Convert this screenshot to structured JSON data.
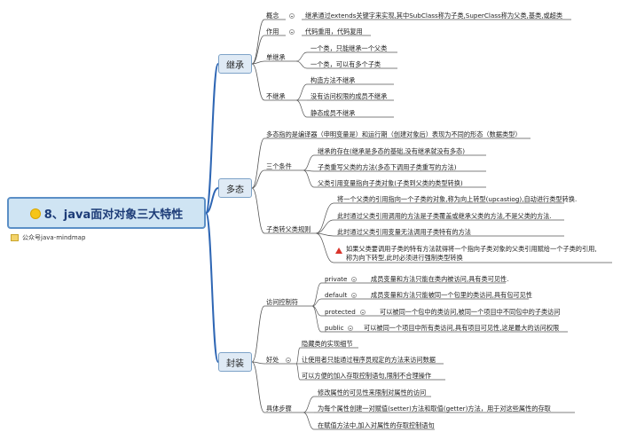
{
  "root": {
    "title": "8、java面对对象三大特性",
    "note": "公众号java-mindmap"
  },
  "branches": [
    {
      "label": "继承",
      "items": [
        {
          "label": "概念",
          "children": [
            "继承通过extends关键字来实现,其中SubClass称为子类,SuperClass称为父类,基类,或超类"
          ]
        },
        {
          "label": "作用",
          "children": [
            "代码重用，代码复用"
          ]
        },
        {
          "label": "单继承",
          "children": [
            "一个类，只能继承一个父类",
            "一个类，可以有多个子类"
          ]
        },
        {
          "label": "不继承",
          "children": [
            "构造方法不继承",
            "没有访问权限的成员不继承",
            "静态成员不继承"
          ]
        }
      ]
    },
    {
      "label": "多态",
      "items": [
        {
          "label": "多态指的是编译器（申明变量是）和运行期（创建对象后）表现为不同的形态（数据类型）",
          "children": []
        },
        {
          "label": "三个条件",
          "children": [
            "继承的存在(继承是多态的基础,没有继承就没有多态)",
            "子类重写父类的方法(多态下调用子类重写的方法)",
            "父类引用变量指向子类对象(子类到父类的类型转换)"
          ]
        },
        {
          "label": "子类转父类规则",
          "children": [
            "将一个父类的引用指向一个子类的对象,称为向上转型(upcastiog),自动进行类型转换.",
            "此时通过父类引用调用的方法是子类覆盖或继承父类的方法,不是父类的方法.",
            "此时通过父类引用变量无法调用子类特有的方法",
            "如果父类要调用子类的特有方法就得将一个指向子类对象的父类引用赋给一个子类的引用,",
            "称为向下转型,此时必须进行强制类型转换"
          ]
        }
      ]
    },
    {
      "label": "封装",
      "items": [
        {
          "label": "访问控制符",
          "children": [
            {
              "key": "private",
              "desc": "成员变量和方法只能在类内被访问,具有类可见性."
            },
            {
              "key": "default",
              "desc": "成员变量和方法只能被同一个包里的类访问,具有包可见性"
            },
            {
              "key": "protected",
              "desc": "可以被同一个包中的类访问,被同一个项目中不同包中的子类访问"
            },
            {
              "key": "public",
              "desc": "可以被同一个项目中所有类访问,具有项目可见性,这是最大的访问权限"
            }
          ]
        },
        {
          "label": "好处",
          "children": [
            "隐藏类的实现细节",
            "让使用者只能通过程序员规定的方法来访问数据",
            "可以方便的加入存取控制语句,限制不合理操作"
          ]
        },
        {
          "label": "具体步骤",
          "children": [
            "修改属性的可见性来限制对属性的访问",
            "为每个属性创建一对赋值(setter)方法和取值(getter)方法，用于对这些属性的存取",
            "在赋值方法中,加入对属性的存取控制语句"
          ]
        }
      ]
    }
  ]
}
